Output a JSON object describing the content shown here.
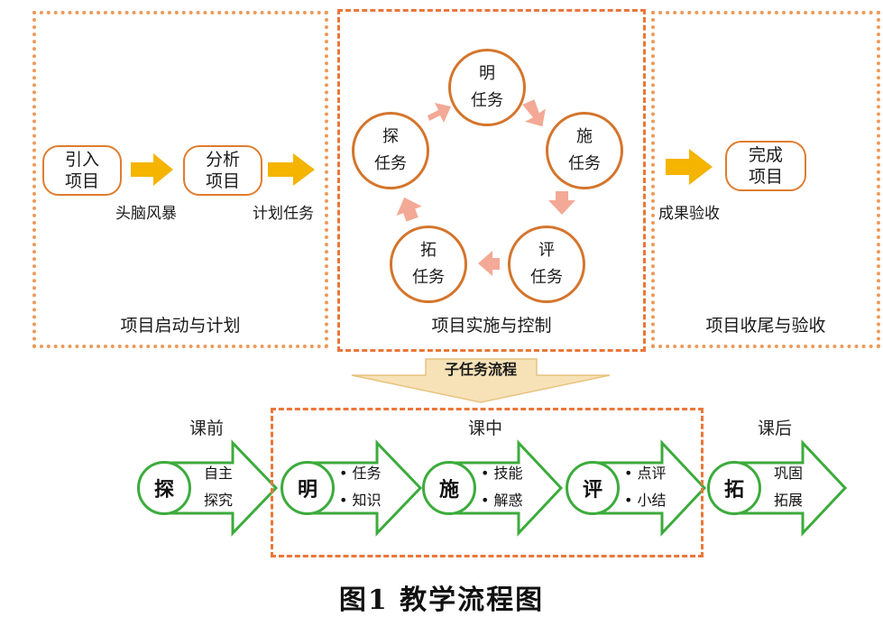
{
  "panels": {
    "start": {
      "title": "项目启动与计划",
      "pill1": [
        "引入",
        "项目"
      ],
      "pill2": [
        "分析",
        "项目"
      ],
      "arrow1_label": "头脑风暴",
      "arrow2_label": "计划任务"
    },
    "middle": {
      "title": "项目实施与控制",
      "circles": {
        "ming": [
          "明",
          "任务"
        ],
        "shi": [
          "施",
          "任务"
        ],
        "ping": [
          "评",
          "任务"
        ],
        "tuo": [
          "拓",
          "任务"
        ],
        "tan": [
          "探",
          "任务"
        ]
      }
    },
    "end": {
      "title": "项目收尾与验收",
      "pill": [
        "完成",
        "项目"
      ],
      "arrow_label": "成果验收"
    }
  },
  "subflow": {
    "label": "子任务流程",
    "phases": {
      "before": "课前",
      "during": "课中",
      "after": "课后"
    },
    "steps": [
      {
        "char": "探",
        "lines": [
          "自主",
          "探究"
        ]
      },
      {
        "char": "明",
        "lines": [
          "• 任务",
          "• 知识"
        ]
      },
      {
        "char": "施",
        "lines": [
          "• 技能",
          "• 解惑"
        ]
      },
      {
        "char": "评",
        "lines": [
          "• 点评",
          "• 小结"
        ]
      },
      {
        "char": "拓",
        "lines": [
          "巩固",
          "拓展"
        ]
      }
    ]
  },
  "caption": "图1  教学流程图",
  "colors": {
    "orange_border": "#e07c2e",
    "dotted_border": "#ec9a5a",
    "arrow_yellow": "#f4b400",
    "cycle_arrow": "#f3a995",
    "green": "#3cab3c",
    "sub_arrow": "#f7e2b8"
  }
}
